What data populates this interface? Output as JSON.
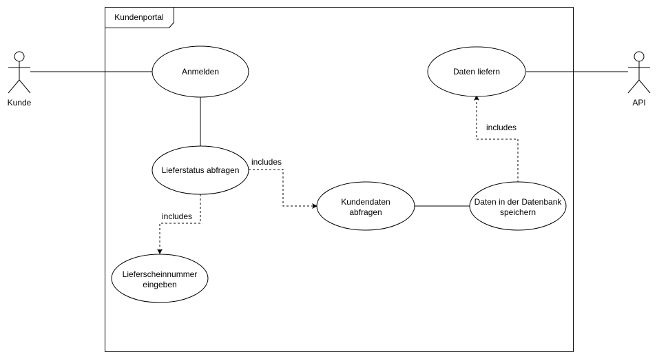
{
  "diagram": {
    "system": {
      "label": "Kundenportal"
    },
    "actors": {
      "kunde": {
        "label": "Kunde"
      },
      "api": {
        "label": "API"
      }
    },
    "use_cases": {
      "anmelden": {
        "lines": [
          "Anmelden"
        ]
      },
      "lieferstatus": {
        "lines": [
          "Lieferstatus abfragen"
        ]
      },
      "lieferscheinnummer": {
        "lines": [
          "Lieferscheinnummer",
          "eingeben"
        ]
      },
      "kundendaten": {
        "lines": [
          "Kundendaten",
          "abfragen"
        ]
      },
      "datenbank": {
        "lines": [
          "Daten in der Datenbank",
          "speichern"
        ]
      },
      "daten_liefern": {
        "lines": [
          "Daten liefern"
        ]
      }
    },
    "relations": {
      "include_lieferschein": "includes",
      "include_kundendaten": "includes",
      "include_daten_liefern": "includes"
    }
  },
  "colors": {
    "stroke": "#000000",
    "background": "#ffffff"
  }
}
